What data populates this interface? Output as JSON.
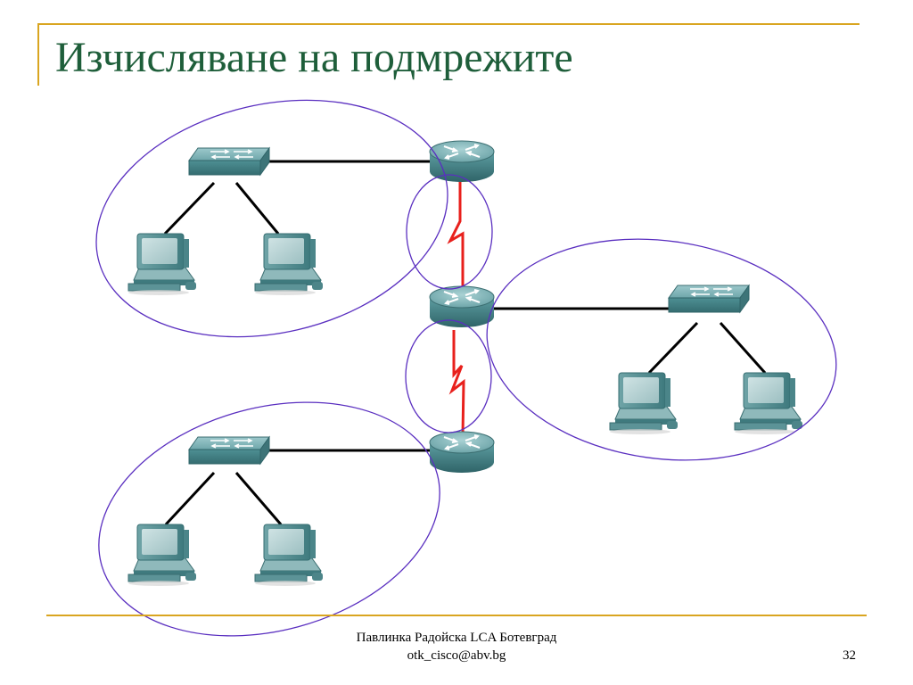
{
  "slide": {
    "title": "Изчисляване на подмрежите",
    "footer_author": "Павлинка Радойска LCA Ботевград",
    "footer_email": "otk_cisco@abv.bg",
    "page_number": "32"
  },
  "colors": {
    "title": "#1e5e3a",
    "rule": "#d9a520",
    "subnet_outline": "#5a2fc0",
    "serial_link": "#e8201c",
    "ethernet_link": "#000000",
    "device_body": "#4e8f93"
  },
  "diagram": {
    "routers": [
      "router-top",
      "router-middle",
      "router-bottom"
    ],
    "switches": [
      "switch-top-left",
      "switch-middle-right",
      "switch-bottom-left"
    ],
    "pcs": [
      "pc-1",
      "pc-2",
      "pc-3",
      "pc-4",
      "pc-5",
      "pc-6"
    ],
    "subnets": 5,
    "serial_links": 2
  }
}
